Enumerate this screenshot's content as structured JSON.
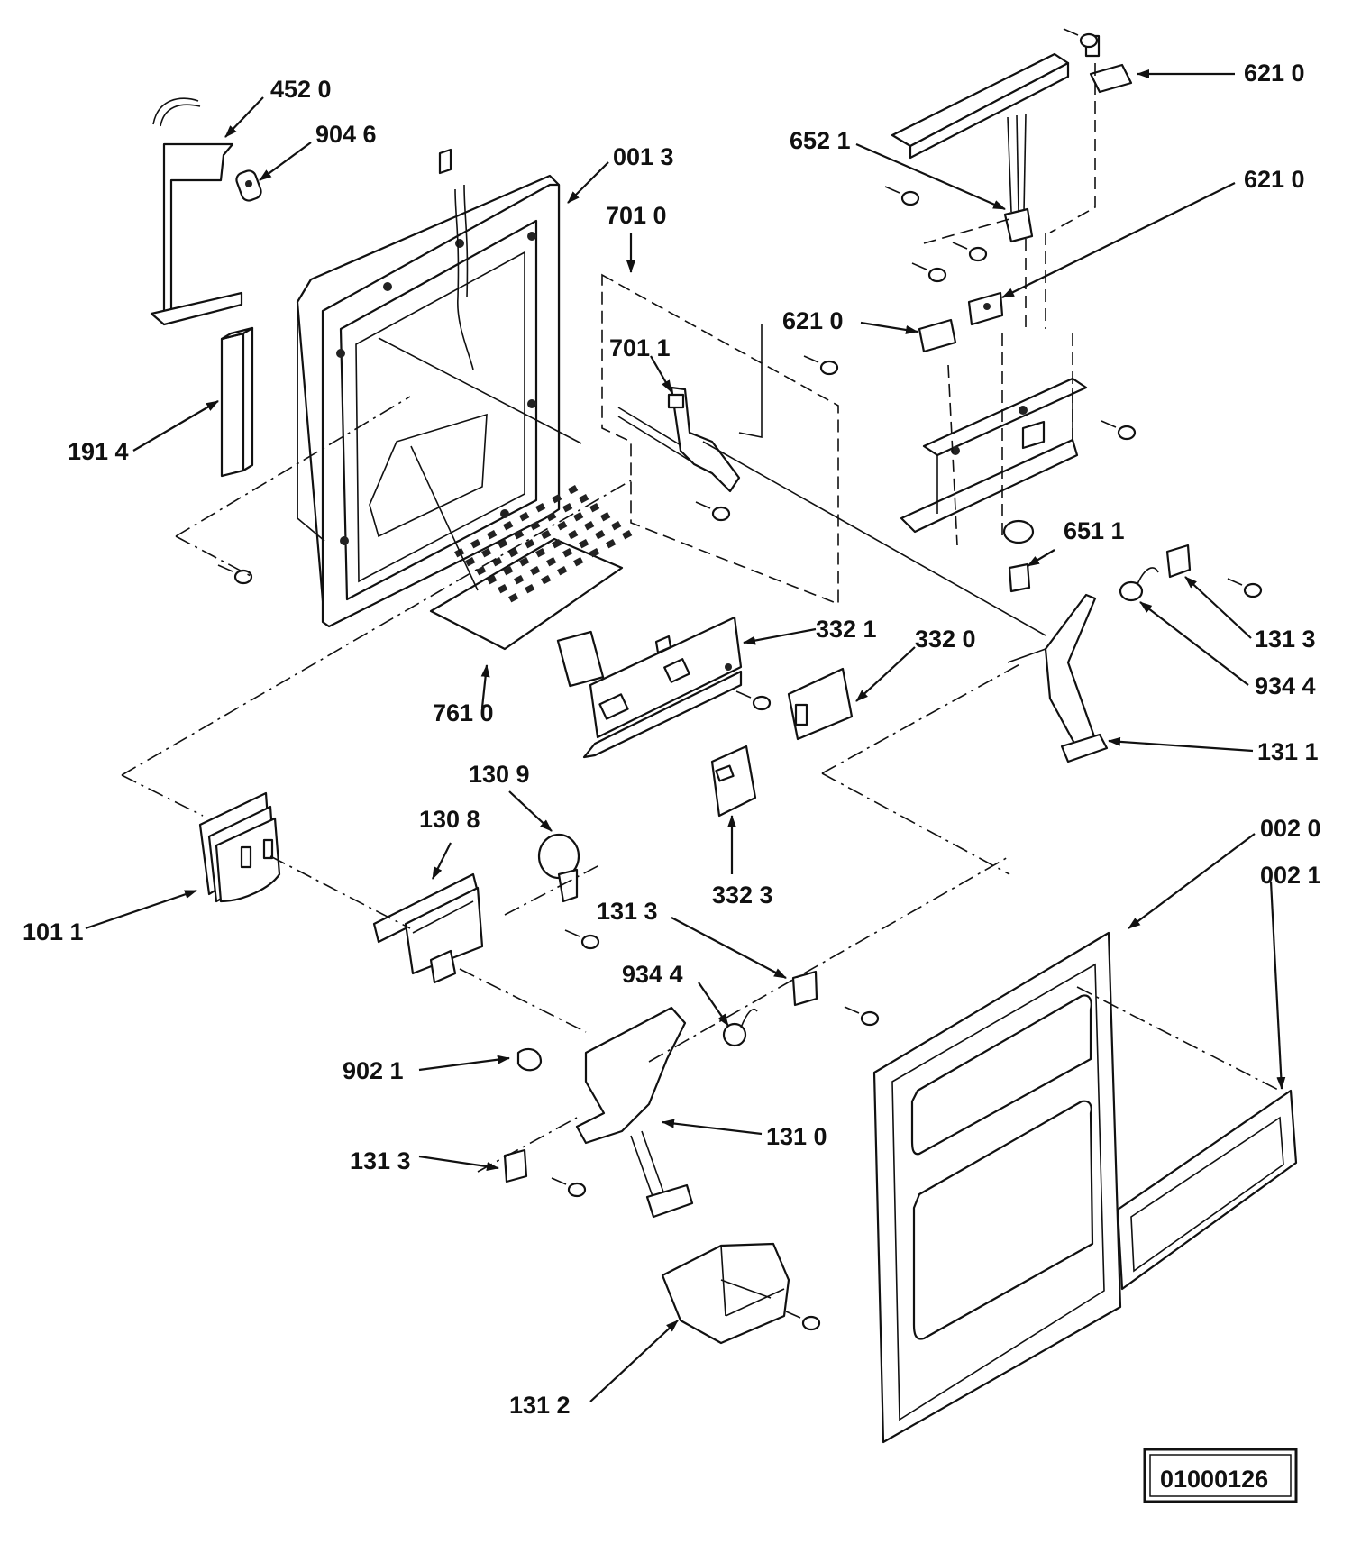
{
  "callouts": {
    "c4520": "452 0",
    "c9046": "904 6",
    "c0013": "001 3",
    "c7010": "701 0",
    "c6521": "652 1",
    "c6210a": "621 0",
    "c6210b": "621 0",
    "c6210c": "621 0",
    "c7011": "701 1",
    "c1914": "191 4",
    "c6511": "651 1",
    "c3321": "332 1",
    "c3320": "332 0",
    "c1313a": "131 3",
    "c9344a": "934 4",
    "c1311": "131 1",
    "c7610": "761 0",
    "c1309": "130 9",
    "c1308": "130 8",
    "c3323": "332 3",
    "c0020": "002 0",
    "c0021": "002 1",
    "c1011": "101 1",
    "c1313b": "131 3",
    "c9344b": "934 4",
    "c9021": "902 1",
    "c1310": "131 0",
    "c1313c": "131 3",
    "c1312": "131 2"
  },
  "diagram_code": "01000126"
}
